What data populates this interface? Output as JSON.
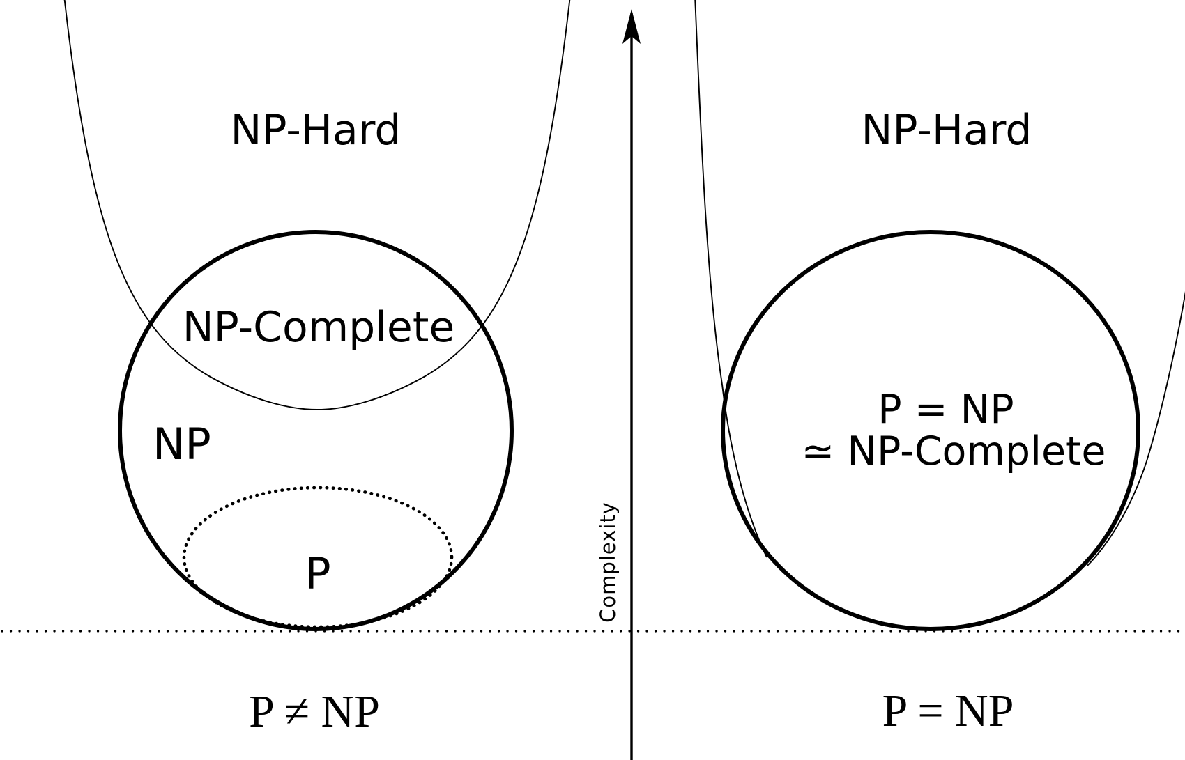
{
  "figure": {
    "background": "#ffffff",
    "stroke_color": "#000000",
    "left_diagram": {
      "np_hard_label": "NP-Hard",
      "np_complete_label": "NP-Complete",
      "np_label": "NP",
      "p_label": "P",
      "caption": "P ≠ NP"
    },
    "axis": {
      "label": "Complexity"
    },
    "right_diagram": {
      "np_hard_label": "NP-Hard",
      "equality_line1": "P = NP",
      "equality_line2": "≃ NP-Complete",
      "caption": "P = NP"
    }
  }
}
